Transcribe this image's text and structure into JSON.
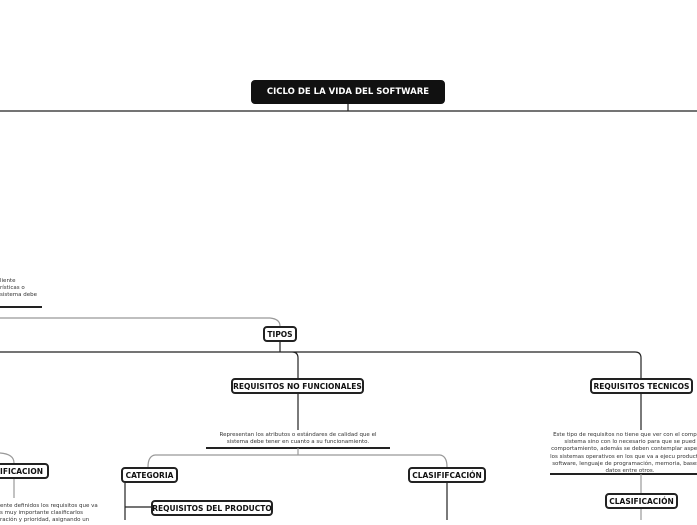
{
  "root": "CICLO DE LA VIDA DEL SOFTWARE",
  "left_text": [
    "liente",
    "rísticas o",
    "sistema debe"
  ],
  "tipos": "TIPOS",
  "rnf": {
    "label": "REQUISITOS NO FUNCIONALES",
    "desc": "Representan los atributos o estándares de calidad que el sistema debe tener en cuanto a su funcionamiento.",
    "categoria": "CATEGORIA",
    "clasif": "CLASIFIFCACIÓN",
    "producto": "REQUISITOS DEL PRODUCTO"
  },
  "rt": {
    "label": "REQUISITOS TECNICOS",
    "desc": "Este tipo de requisitos no tiene que ver con el comp del sistema sino con lo necesario para que se pued comportamiento, además se deben contemplar aspe el o los sistemas operativos en los que va a ejecu producto de software, lenguaje de programación, memoria, bases de datos entre otros.",
    "clasif": "CLASIFICACIÓN"
  },
  "left_clasif": "SIFICACION",
  "left_desc": "ente definidos los requisitos que va s muy importante clasificarlos ración y prioridad, asignando un"
}
